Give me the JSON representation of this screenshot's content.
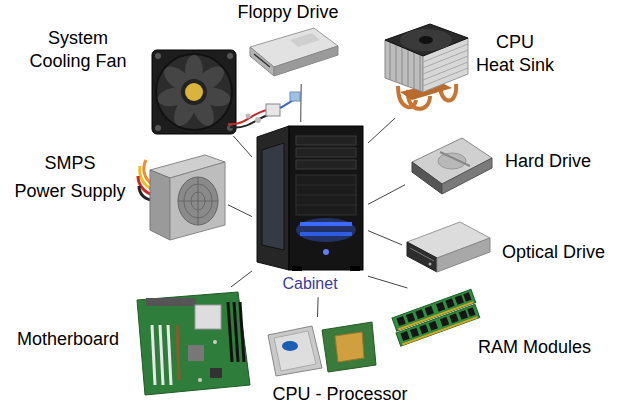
{
  "diagram": {
    "nodes": [
      {
        "text": [
          "Floppy Drive"
        ]
      },
      {
        "text": [
          "System Cooling Fan"
        ]
      },
      {
        "text": [
          "CPU Heat Sink"
        ]
      },
      {
        "text": [
          "Hard Drive"
        ]
      },
      {
        "text": [
          "SMPS Power Supply"
        ]
      },
      {
        "text": [
          "Cabinet"
        ]
      },
      {
        "text": [
          "Optical Drive"
        ]
      },
      {
        "text": [
          "Motherboard"
        ]
      },
      {
        "text": [
          "RAM Modules"
        ]
      },
      {
        "text": [
          "CPU - Processor"
        ]
      }
    ],
    "edges": [
      {
        "from": 5,
        "to": 0,
        "arrow": "none"
      },
      {
        "from": 5,
        "to": 1,
        "arrow": "none"
      },
      {
        "from": 5,
        "to": 2,
        "arrow": "none"
      },
      {
        "from": 5,
        "to": 3,
        "arrow": "none"
      },
      {
        "from": 5,
        "to": 4,
        "arrow": "none"
      },
      {
        "from": 5,
        "to": 6,
        "arrow": "none"
      },
      {
        "from": 5,
        "to": 7,
        "arrow": "none"
      },
      {
        "from": 5,
        "to": 8,
        "arrow": "none"
      },
      {
        "from": 5,
        "to": 9,
        "arrow": "none"
      }
    ]
  }
}
